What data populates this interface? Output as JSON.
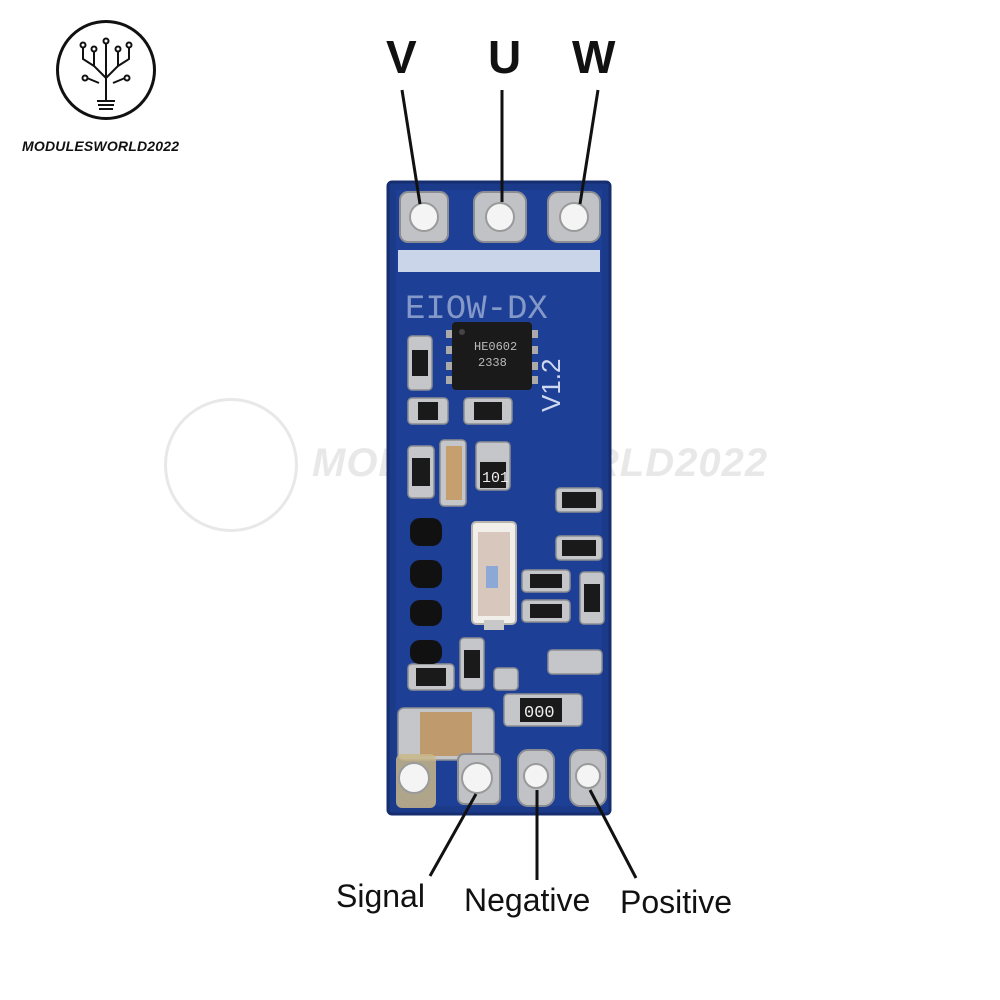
{
  "brand": {
    "name": "MODULESWORLD2022"
  },
  "watermark": {
    "text": "MODULESWORLD2022"
  },
  "pins_top": [
    {
      "label": "V"
    },
    {
      "label": "U"
    },
    {
      "label": "W"
    }
  ],
  "pins_bottom": [
    {
      "label": "Signal"
    },
    {
      "label": "Negative"
    },
    {
      "label": "Positive"
    }
  ],
  "board": {
    "silkscreen_ic": "HE0602",
    "silkscreen_ic_code": "2338",
    "version": "V1.2",
    "resistor_top": "101",
    "resistor_bottom": "000",
    "board_color": "#1b3a8a"
  }
}
